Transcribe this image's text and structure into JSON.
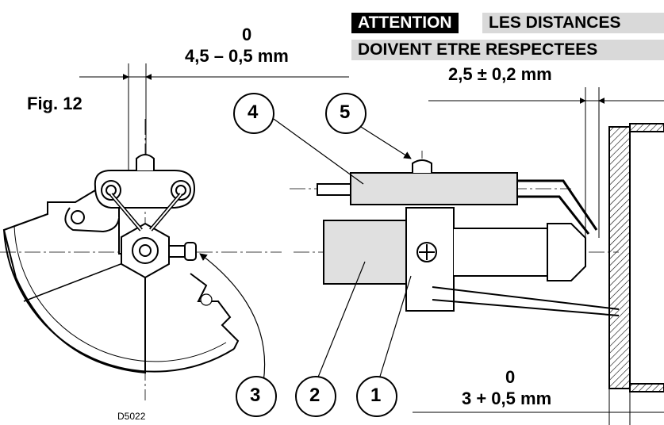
{
  "header": {
    "attention_tag": "ATTENTION",
    "line1": "LES DISTANCES",
    "line2": "DOIVENT  ETRE RESPECTEES"
  },
  "figure": {
    "title": "Fig. 12",
    "code": "D5022"
  },
  "dimensions": {
    "top_left": {
      "upper": "0",
      "lower": "4,5 – 0,5 mm"
    },
    "top_right": "2,5 ± 0,2 mm",
    "bottom_right": {
      "upper": "0",
      "lower": "3 + 0,5 mm"
    }
  },
  "callouts": [
    "1",
    "2",
    "3",
    "4",
    "5"
  ],
  "colors": {
    "ink": "#000000",
    "warning_bg": "#d9d9d9",
    "part_fill": "#e0e0e0",
    "hatch": "#000000"
  }
}
